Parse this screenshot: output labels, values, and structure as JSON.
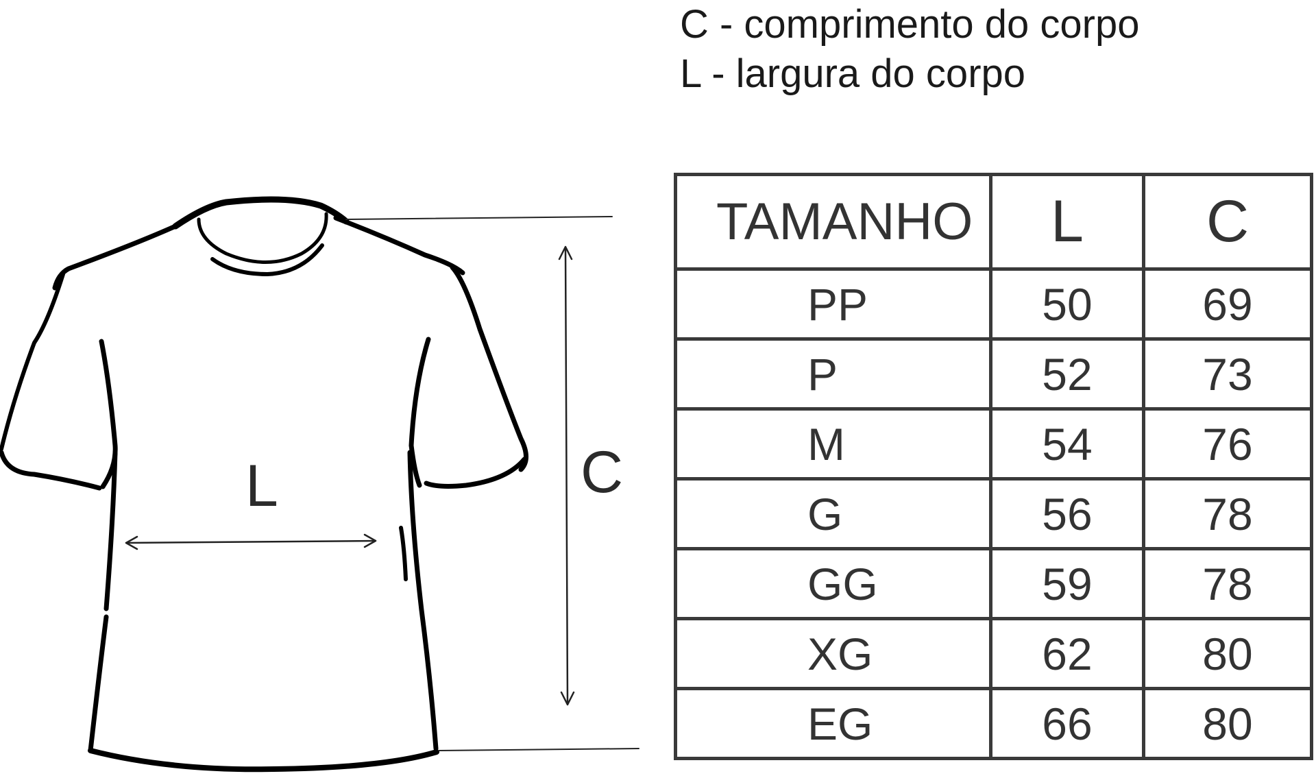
{
  "legend": {
    "line_c": "C - comprimento do corpo",
    "line_l": "L - largura do corpo"
  },
  "diagram": {
    "width_label": "L",
    "length_label": "C"
  },
  "table": {
    "headers": {
      "size": "TAMANHO",
      "l": "L",
      "c": "C"
    },
    "rows": [
      {
        "size": "PP",
        "l": "50",
        "c": "69"
      },
      {
        "size": "P",
        "l": "52",
        "c": "73"
      },
      {
        "size": "M",
        "l": "54",
        "c": "76"
      },
      {
        "size": "G",
        "l": "56",
        "c": "78"
      },
      {
        "size": "GG",
        "l": "59",
        "c": "78"
      },
      {
        "size": "XG",
        "l": "62",
        "c": "80"
      },
      {
        "size": "EG",
        "l": "66",
        "c": "80"
      }
    ]
  }
}
